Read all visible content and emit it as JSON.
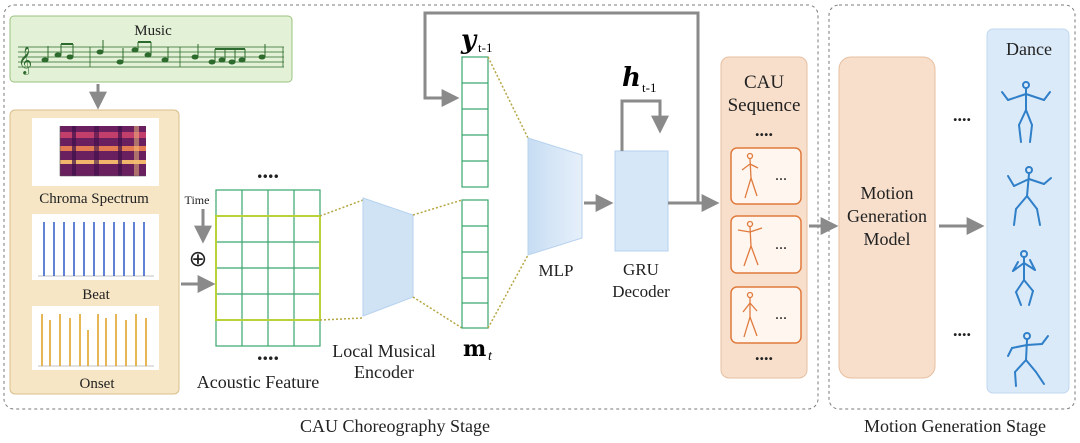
{
  "stages": {
    "choreography": "CAU Choreography Stage",
    "motion_generation": "Motion Generation Stage"
  },
  "music": {
    "title": "Music"
  },
  "features": {
    "chroma": "Chroma Spectrum",
    "beat": "Beat",
    "onset": "Onset",
    "time": "Time",
    "plus": "⊕",
    "acoustic": "Acoustic Feature",
    "ellipsis": "...."
  },
  "encoder": {
    "line1": "Local Musical",
    "line2": "Encoder"
  },
  "vectors": {
    "y_base": "y",
    "y_sub": "t-1",
    "m_base": "m",
    "m_sub": "t",
    "h_base": "h",
    "h_sub": "t-1"
  },
  "mlp": "MLP",
  "gru": {
    "line1": "GRU",
    "line2": "Decoder"
  },
  "cau": {
    "line1": "CAU",
    "line2": "Sequence",
    "dots": "....",
    "item_dots": "..."
  },
  "motion_model": {
    "line1": "Motion",
    "line2": "Generation",
    "line3": "Model"
  },
  "side_dots": "....",
  "dance": "Dance",
  "colors": {
    "music_bg": "#e3f1d6",
    "feature_bg": "#f6e6c6",
    "grid": "#3aa66f",
    "grid_highlight": "#b9d23a",
    "encoder": "#cfe3f5",
    "cau_bg": "#f8dfcb",
    "cau_item_border": "#e07a3d",
    "dance_bg": "#dbeaf8",
    "skeleton": "#2f7fc9",
    "arrow": "#8a8a8a"
  }
}
